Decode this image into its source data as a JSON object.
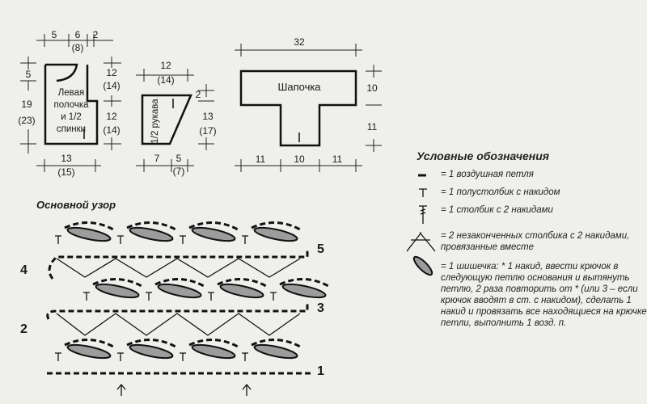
{
  "front_piece": {
    "label_lines": [
      "Левая",
      "полочка",
      "и 1/2",
      "спинки"
    ],
    "top_dims": [
      "5",
      "6",
      "(8)",
      "2"
    ],
    "left_dims": [
      "5",
      "19",
      "(23)"
    ],
    "right_dims": [
      "12",
      "(14)",
      "12",
      "(14)"
    ],
    "bottom_dims": [
      "13",
      "(15)"
    ]
  },
  "sleeve_piece": {
    "label": "1/2 рукава",
    "top_dims": [
      "12",
      "(14)"
    ],
    "right_dims": [
      "2",
      "13",
      "(17)"
    ],
    "bottom_dims": [
      "7",
      "5",
      "(7)"
    ]
  },
  "hat_piece": {
    "label": "Шапочка",
    "top_dims": [
      "32"
    ],
    "right_dims": [
      "10",
      "11"
    ],
    "bottom_dims": [
      "11",
      "10",
      "11"
    ]
  },
  "pattern": {
    "title": "Основной узор",
    "row_numbers": [
      "5",
      "4",
      "3",
      "2",
      "1"
    ]
  },
  "legend": {
    "title": "Условные обозначения",
    "items": [
      {
        "icon": "chain-stitch-icon",
        "text": "= 1 воздушная петля"
      },
      {
        "icon": "half-double-crochet-icon",
        "text": "= 1 полустолбик с накидом"
      },
      {
        "icon": "treble-crochet-icon",
        "text": "= 1 столбик с 2 накидами"
      },
      {
        "icon": "treble-cluster-icon",
        "text": "= 2 незаконченных столбика с 2 накидами, провязанные вместе"
      },
      {
        "icon": "bobble-icon",
        "text": "= 1 шишечка: * 1 накид, ввести крючок в следующую петлю основания и вытянуть петлю, 2 раза повторить от * (или 3 – если крючок вводят в ст. с накидом), сделать 1 накид и провязать все находящиеся на крючке петли, выполнить 1 возд. п."
      }
    ]
  }
}
